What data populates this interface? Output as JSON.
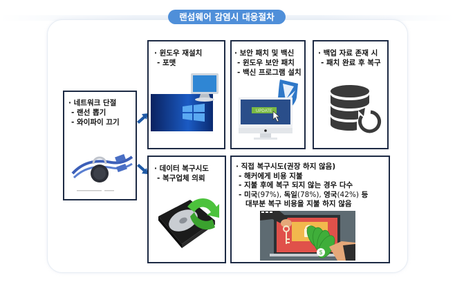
{
  "title": "랜섬웨어 감염시 대응절차",
  "colors": {
    "title_pill": "#4f8fd9",
    "box_border": "#1d2a44",
    "arrow": "#1f5aa6",
    "panel_border": "#e6ecf3"
  },
  "steps": {
    "network": {
      "heading": "· 네트워크 단절",
      "items": [
        "- 랜선 뽑기",
        "- 와이파이 끄기"
      ],
      "icon": "network-cable-lock-icon"
    },
    "reinstall": {
      "heading": "· 윈도우 재설치",
      "items": [
        "- 포맷"
      ],
      "icon": "windows-monitor-icon"
    },
    "patch": {
      "heading": "· 보안 패치 및 백신",
      "items": [
        "- 윈도우 보안 패치",
        "- 백신 프로그램 설치"
      ],
      "icon": "shield-update-monitor-icon",
      "update_label": "UPDATE"
    },
    "backup": {
      "heading": "· 백업 자료 존재 시",
      "items": [
        "- 패치 완료 후 복구"
      ],
      "icon": "database-restore-icon"
    },
    "data_recovery": {
      "heading": "· 데이터 복구시도",
      "items": [
        "- 복구업체 의뢰"
      ],
      "icon": "hard-drive-recovery-icon"
    },
    "direct_recovery": {
      "heading": "· 직접 복구시도(권장 하지 않음)",
      "items": [
        "- 해커에게 비용 지불",
        "- 지불 후에 복구 되지 않는 경우 다수"
      ],
      "stats_prefix": "- ",
      "stats": [
        {
          "country": "미국",
          "pct": "(97%)",
          "sep": ", "
        },
        {
          "country": "독일",
          "pct": "(78%)",
          "sep": ", "
        },
        {
          "country": "영국",
          "pct": "(42%)",
          "sep": " 등"
        }
      ],
      "stats_tail": "대부분 복구 비용을 지불 하지 않음",
      "icon": "ransom-payment-icon"
    }
  }
}
